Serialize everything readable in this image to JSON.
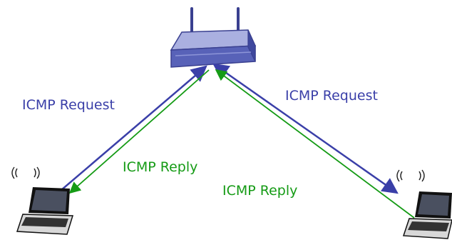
{
  "labels": {
    "request_left": "ICMP Request",
    "request_right": "ICMP Request",
    "reply_left": "ICMP Reply",
    "reply_right": "ICMP Reply"
  },
  "colors": {
    "request": "#3a3fa8",
    "reply": "#159b15",
    "router_top": "#aab0e0",
    "router_front": "#5862b8",
    "router_body": "#7880c8"
  },
  "icons": {
    "router": "wireless-router-icon",
    "laptop_left": "laptop-icon",
    "laptop_right": "laptop-icon"
  }
}
